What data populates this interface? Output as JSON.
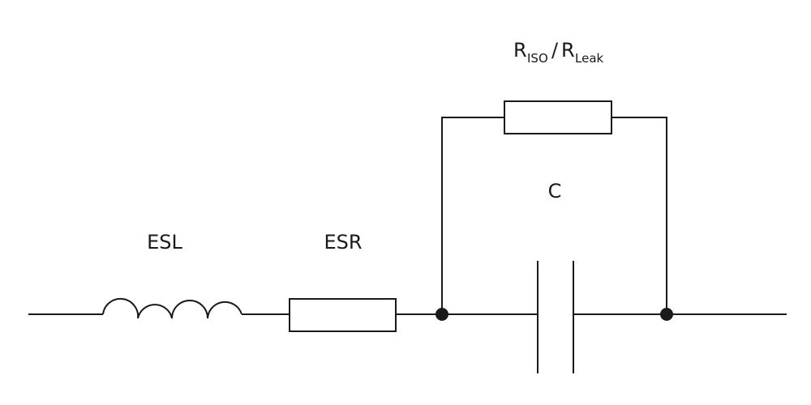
{
  "diagram": {
    "type": "equivalent-circuit",
    "labels": {
      "esl": "ESL",
      "esr": "ESR",
      "capacitance": "C",
      "r_iso_main": "R",
      "r_iso_sub": "ISO",
      "slash": "/",
      "r_leak_main": "R",
      "r_leak_sub": "Leak"
    },
    "components": [
      {
        "id": "esl",
        "kind": "inductor",
        "label": "ESL",
        "position": "series"
      },
      {
        "id": "esr",
        "kind": "resistor",
        "label": "ESR",
        "position": "series"
      },
      {
        "id": "c",
        "kind": "capacitor",
        "label": "C",
        "position": "series"
      },
      {
        "id": "riso",
        "kind": "resistor",
        "label": "R_ISO/R_Leak",
        "position": "parallel to C"
      }
    ],
    "colors": {
      "stroke": "#1a1a1a",
      "background": "#ffffff"
    }
  }
}
